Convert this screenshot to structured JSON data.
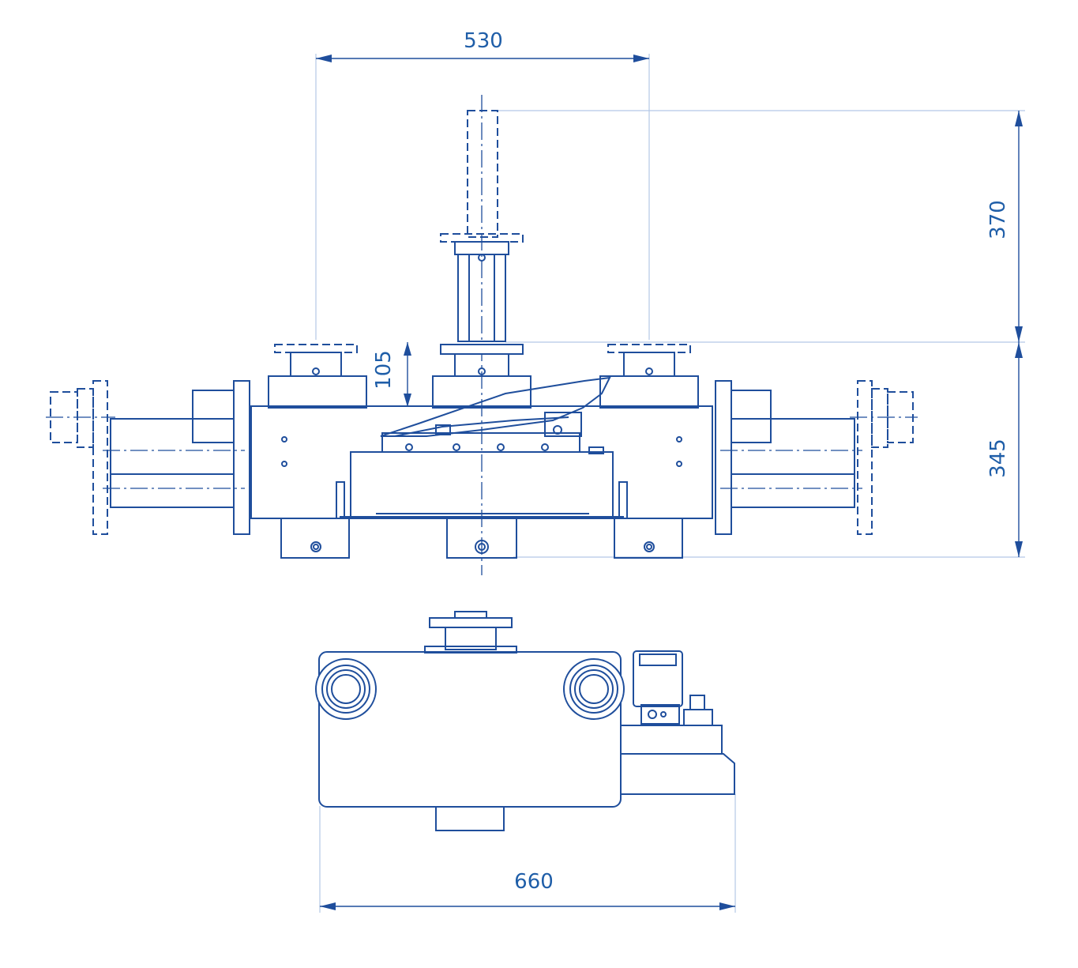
{
  "dimensions": {
    "top_width": "530",
    "stroke_height": "370",
    "body_height": "345",
    "saddle_height": "105",
    "bottom_width": "660"
  },
  "colors": {
    "line": "#1f4e9c",
    "dimension_line": "#b4c8e6",
    "label": "#1f5ea8"
  }
}
